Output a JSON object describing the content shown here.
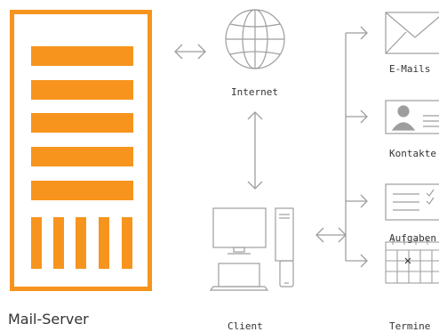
{
  "diagram": {
    "server_label": "Mail-Server",
    "internet_label": "Internet",
    "client_label": "Client",
    "services": [
      {
        "label": "E-Mails",
        "icon": "envelope-icon"
      },
      {
        "label": "Kontakte",
        "icon": "contact-card-icon"
      },
      {
        "label": "Aufgaben",
        "icon": "task-list-icon"
      },
      {
        "label": "Termine",
        "icon": "calendar-icon"
      }
    ],
    "colors": {
      "accent": "#F7941D",
      "line": "#9E9E9E",
      "text": "#333333"
    }
  }
}
